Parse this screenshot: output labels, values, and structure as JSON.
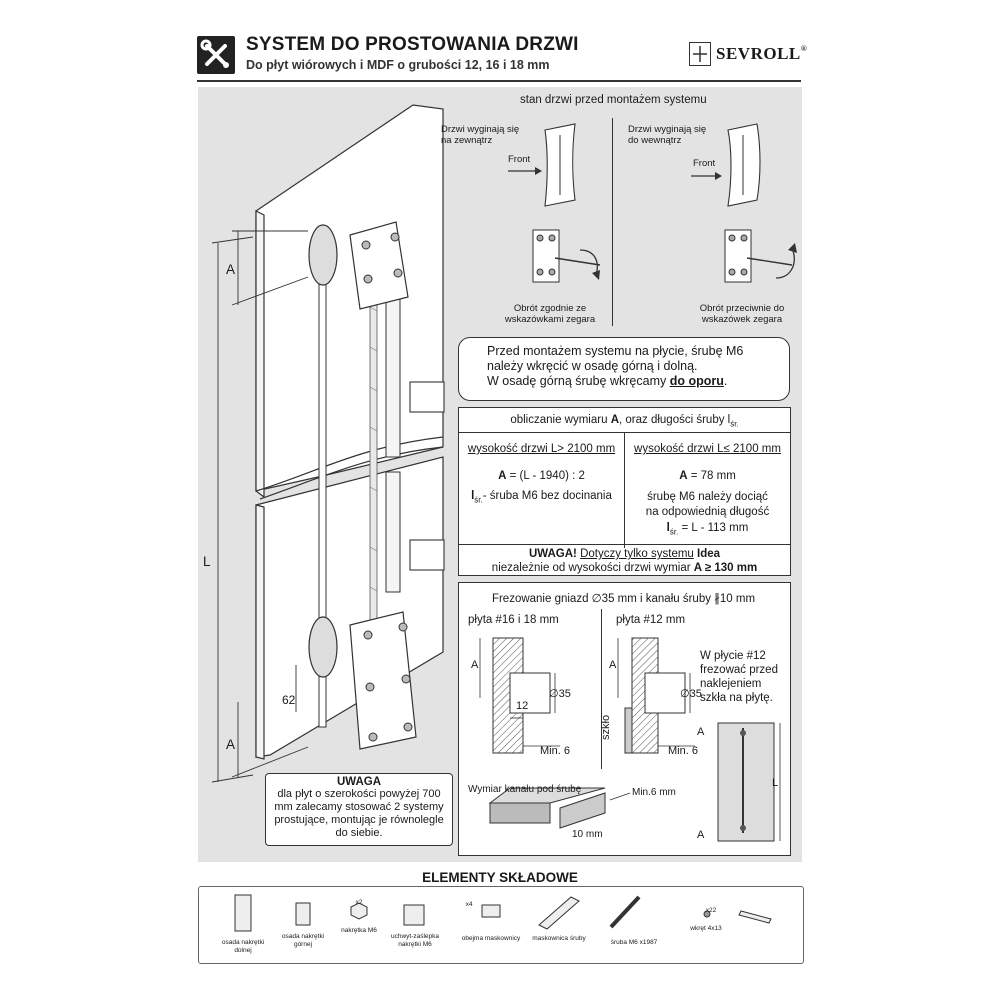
{
  "header": {
    "title": "SYSTEM DO PROSTOWANIA DRZWI",
    "subtitle": "Do płyt wiórowych i MDF o grubości 12, 16 i 18 mm",
    "brand": "SEVROLL",
    "brand_reg": "®",
    "icon": "wrench-screwdriver-icon"
  },
  "door": {
    "dim_a_top": "A",
    "dim_l": "L",
    "dim_62": "62",
    "dim_a_bottom": "A"
  },
  "warning_left": {
    "title": "UWAGA",
    "text": "dla płyt o szerokości powyżej 700 mm zalecamy stosować 2 systemy prostujące, montując je równolegle do siebie."
  },
  "state": {
    "heading": "stan drzwi przed montażem systemu",
    "left_caption": "Drzwi wyginają się na zewnątrz",
    "right_caption": "Drzwi wyginają się do wewnątrz",
    "front": "Front",
    "left_rotation": "Obrót zgodnie ze wskazówkami zegara",
    "right_rotation": "Obrót przeciwnie do wskazówek zegara"
  },
  "notice": {
    "line1": "Przed montażem systemu na płycie, śrubę M6",
    "line2": "należy wkręcić w osadę górną i dolną.",
    "line3_pre": "W osadę górną śrubę wkręcamy ",
    "line3_bold": "do oporu",
    "line3_post": "."
  },
  "calc": {
    "heading_pre": "obliczanie wymiaru ",
    "heading_a": "A",
    "heading_post": ", oraz długości śruby l",
    "heading_sub": "śr.",
    "left_head": "wysokość drzwi L> 2100 mm",
    "right_head": "wysokość drzwi L≤ 2100 mm",
    "left_formula_a": "A",
    "left_formula": " = (L - 1940) : 2",
    "left_l": "l",
    "left_l_sub": "śr.",
    "left_l_text": "- śruba M6 bez docinania",
    "right_formula_a": "A",
    "right_formula": " = 78 mm",
    "right_text1": "śrubę M6 należy dociąć",
    "right_text2": "na odpowiednią długość",
    "right_l": "l",
    "right_l_sub": "śr.",
    "right_l_text": " = L - 113 mm",
    "warn_bold": "UWAGA!",
    "warn_u": "Dotyczy tylko systemu",
    "warn_idea": "Idea",
    "warn_line2_pre": "niezależnie od wysokości drzwi wymiar ",
    "warn_line2_bold": "A ≥ 130 mm"
  },
  "milling": {
    "heading": "Frezowanie gniazd ∅35 mm i kanału śruby ∦10 mm",
    "left_title": "płyta #16 i 18 mm",
    "right_title": "płyta #12 mm",
    "a": "A",
    "d35": "∅35",
    "d12": "12",
    "min6": "Min. 6",
    "glass": "szkło",
    "note": "W płycie #12 frezować przed naklejeniem szkła na płytę.",
    "channel_caption": "Wymiar kanału pod śrubę",
    "min6mm": "Min.6 mm",
    "w10": "10 mm",
    "l": "L",
    "a_top": "A",
    "a_bottom": "A"
  },
  "parts": {
    "title": "ELEMENTY SKŁADOWE",
    "items": [
      {
        "label": "osada nakrętki dolnej",
        "qty": ""
      },
      {
        "label": "osada nakrętki górnej",
        "qty": ""
      },
      {
        "label": "nakrętka M6",
        "qty": "x2"
      },
      {
        "label": "uchwyt-zaślepka nakrętki M6",
        "qty": ""
      },
      {
        "label": "obejma maskownicy",
        "qty": "x4"
      },
      {
        "label": "maskownica śruby",
        "qty": ""
      },
      {
        "label": "śruba M6 x1987",
        "qty": ""
      },
      {
        "label": "wkręt 4x13",
        "qty": "x22"
      }
    ]
  }
}
